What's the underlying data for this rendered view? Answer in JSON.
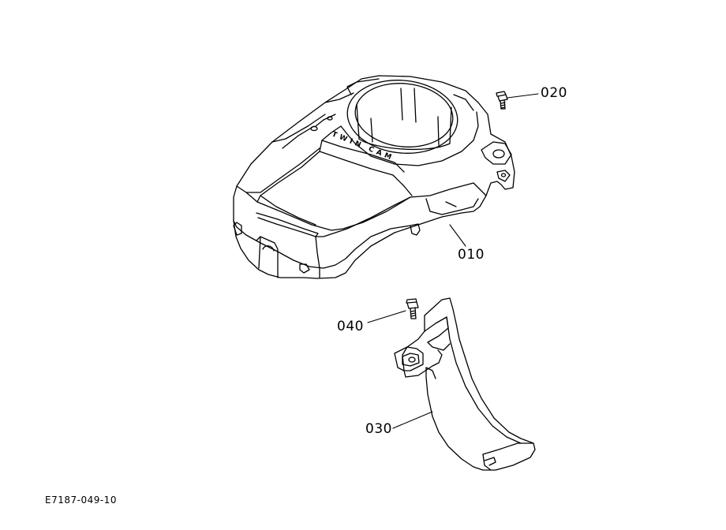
{
  "diagram": {
    "drawing_number": "E7187-049-10",
    "cover_lettering": "TWIN CAM",
    "parts": [
      {
        "id": "010",
        "label": "010"
      },
      {
        "id": "020",
        "label": "020"
      },
      {
        "id": "030",
        "label": "030"
      },
      {
        "id": "040",
        "label": "040"
      }
    ]
  }
}
